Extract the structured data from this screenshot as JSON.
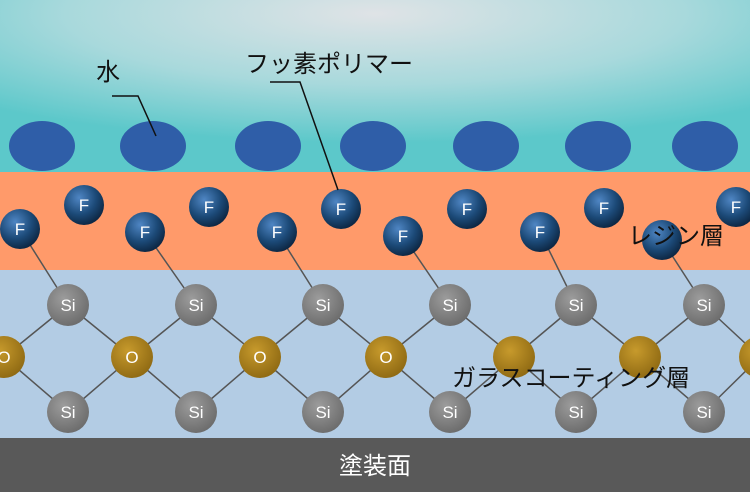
{
  "labels": {
    "water": "水",
    "fluoropolymer": "フッ素ポリマー",
    "resin_layer": "レジン層",
    "glass_coating_layer": "ガラスコーティング層",
    "painted_surface": "塗装面"
  },
  "atoms": {
    "fluorine": "F",
    "silicon": "Si",
    "oxygen": "O"
  },
  "colors": {
    "water_top": "#d6dde0",
    "water_side": "#63c9cb",
    "droplet": "#2f5ea8",
    "resin": "#ff9a6a",
    "glass": "#b3cce4",
    "base": "#595959",
    "fluorine_atom": "#1c4a78",
    "silicon_atom": "#7f7f7f",
    "oxygen_atom": "#a67c1c",
    "bond": "#555555"
  }
}
